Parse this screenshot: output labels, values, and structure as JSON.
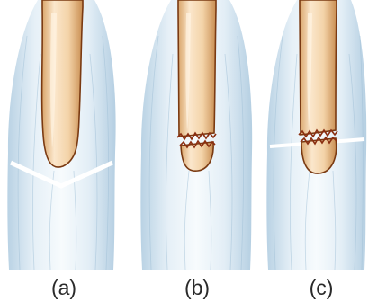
{
  "panels": [
    {
      "label": "(a)"
    },
    {
      "label": "(b)"
    },
    {
      "label": "(c)"
    }
  ],
  "colors": {
    "sheath_light": "#f1f7fb",
    "sheath_blue": "#c8dcea",
    "sheath_edge": "#9fbfd6",
    "bone_light": "#fbe7cc",
    "bone_mid": "#efc996",
    "bone_shadow": "#d9a56a",
    "bone_outline": "#7a3a12",
    "fracture_line": "#8a2e10",
    "white_band": "#ffffff"
  }
}
